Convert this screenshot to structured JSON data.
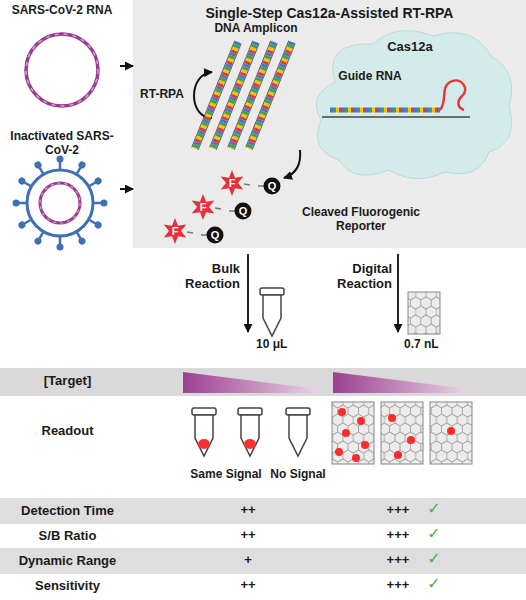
{
  "diagram": {
    "nodes": [
      {
        "text": [
          "SARS-CoV-2 RNA"
        ]
      },
      {
        "text": [
          "Inactivated SARS-CoV-2"
        ]
      },
      {
        "text": [
          "Single-Step Cas12a-Assisted RT-RPA"
        ]
      },
      {
        "text": [
          "Cas12a",
          "Guide RNA"
        ],
        "in": 2
      }
    ],
    "edges": [
      {
        "from": 0,
        "to": 2,
        "arrow": "to"
      },
      {
        "from": 1,
        "to": 2,
        "arrow": "to"
      }
    ],
    "labels": [
      "RT-RPA",
      "DNA Amplicon",
      "F",
      "Q",
      "F",
      "Q",
      "F",
      "Q",
      "Cleaved Fluorogenic Reporter",
      "Bulk Reaction",
      "10 μL",
      "Digital Reaction",
      "0.7 nL",
      "[Target]",
      "Readout",
      "Same Signal",
      "No Signal",
      "Detection Time",
      "++",
      "+++",
      "✓",
      "S/B Ratio",
      "++",
      "+++",
      "✓",
      "Dynamic Range",
      "+",
      "+++",
      "✓",
      "Sensitivity",
      "++",
      "+++",
      "✓"
    ]
  }
}
